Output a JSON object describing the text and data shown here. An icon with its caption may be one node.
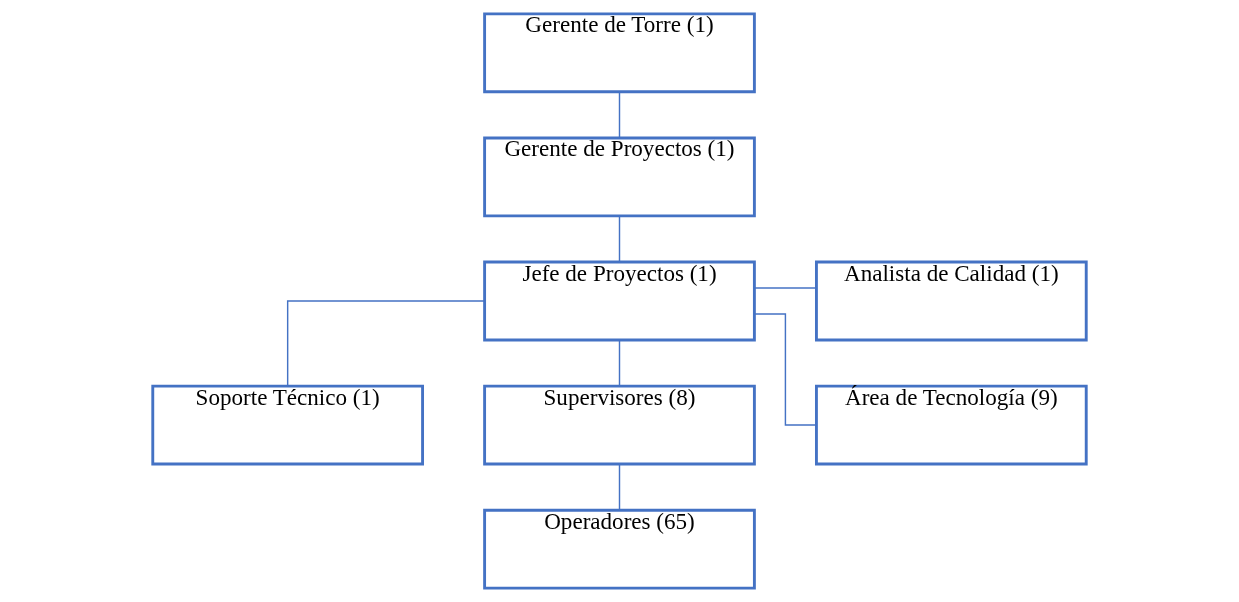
{
  "diagram": {
    "nodes": [
      {
        "text": [
          "Gerente de Torre (1)"
        ]
      },
      {
        "text": [
          "Gerente de Proyectos (1)"
        ]
      },
      {
        "text": [
          "Jefe de Proyectos (1)"
        ]
      },
      {
        "text": [
          "Analista de Calidad (1)"
        ]
      },
      {
        "text": [
          "Soporte Técnico (1)"
        ]
      },
      {
        "text": [
          "Supervisores (8)"
        ]
      },
      {
        "text": [
          "Área de Tecnología (9)"
        ]
      },
      {
        "text": [
          "Operadores (65)"
        ]
      }
    ],
    "edges": [
      {
        "from": 0,
        "to": 1,
        "arrow": "none"
      },
      {
        "from": 1,
        "to": 2,
        "arrow": "none"
      },
      {
        "from": 2,
        "to": 3,
        "arrow": "none"
      },
      {
        "from": 2,
        "to": 4,
        "arrow": "none"
      },
      {
        "from": 2,
        "to": 5,
        "arrow": "none"
      },
      {
        "from": 2,
        "to": 6,
        "arrow": "none"
      },
      {
        "from": 5,
        "to": 7,
        "arrow": "none"
      }
    ]
  }
}
